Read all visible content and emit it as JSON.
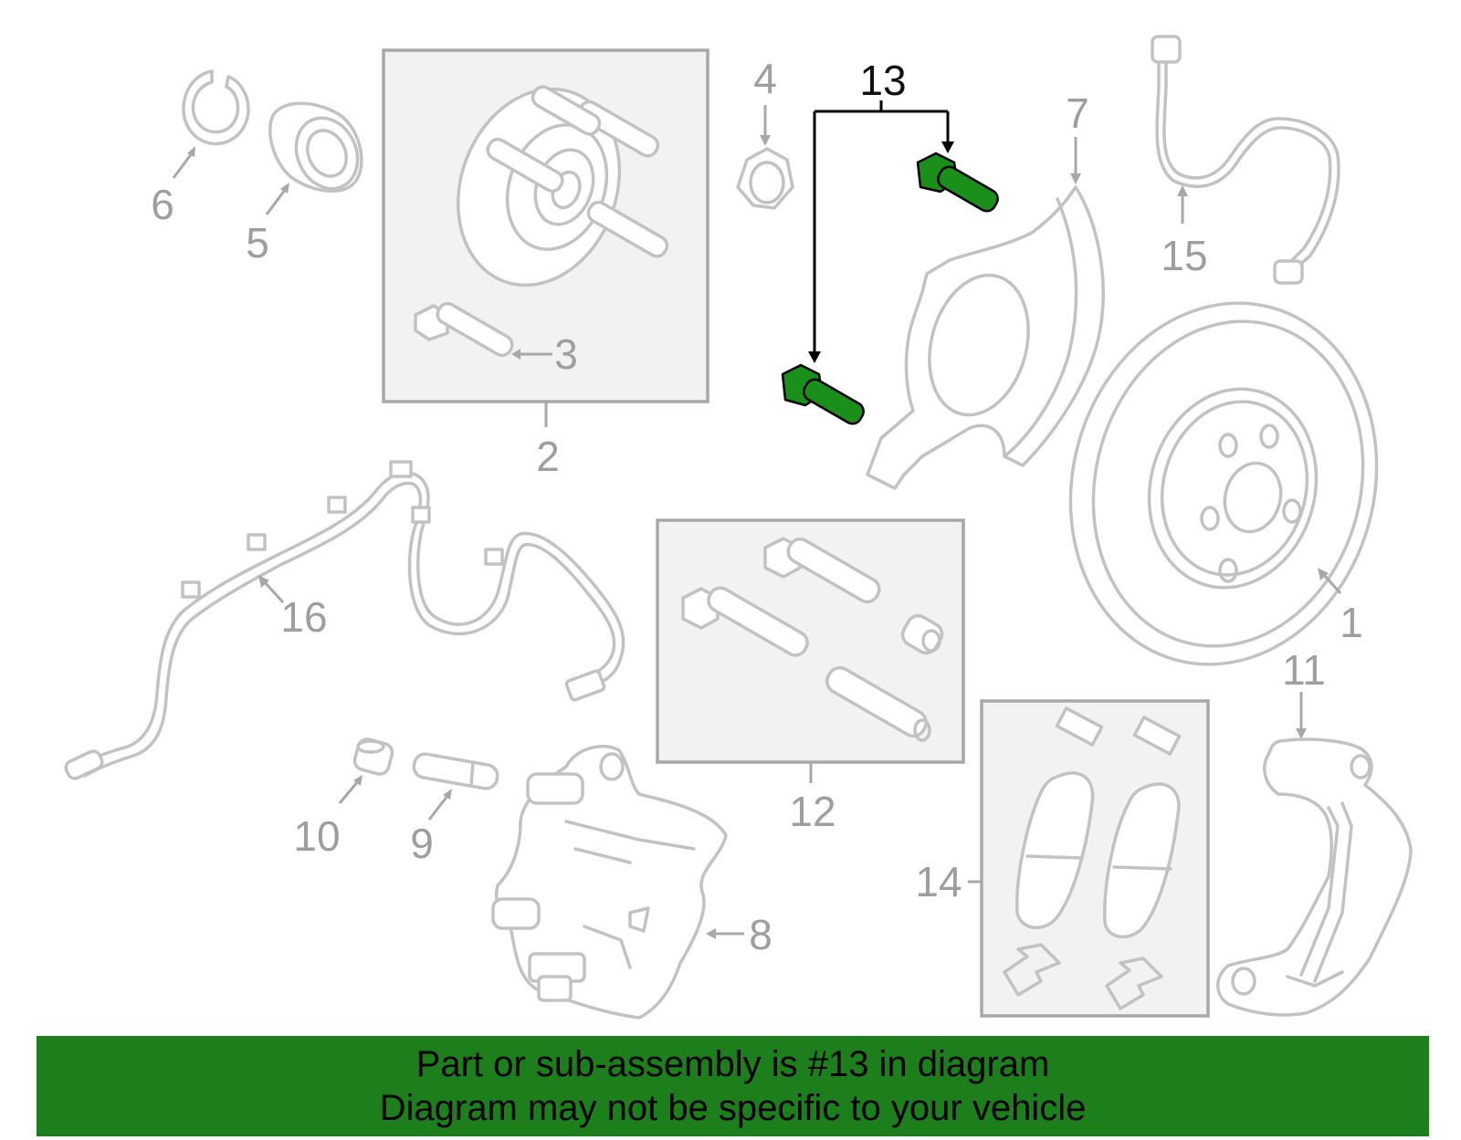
{
  "callouts": {
    "n1": "1",
    "n2": "2",
    "n3": "3",
    "n4": "4",
    "n5": "5",
    "n6": "6",
    "n7": "7",
    "n8": "8",
    "n9": "9",
    "n10": "10",
    "n11": "11",
    "n12": "12",
    "n13": "13",
    "n14": "14",
    "n15": "15",
    "n16": "16"
  },
  "highlighted_part": "13",
  "colors": {
    "highlight": "#1a8f1a",
    "banner": "#1c7f1c",
    "part_outline": "#c2c2c2"
  },
  "banner": {
    "line1": "Part or sub-assembly is #13 in diagram",
    "line2": "Diagram may not be specific to your vehicle"
  }
}
